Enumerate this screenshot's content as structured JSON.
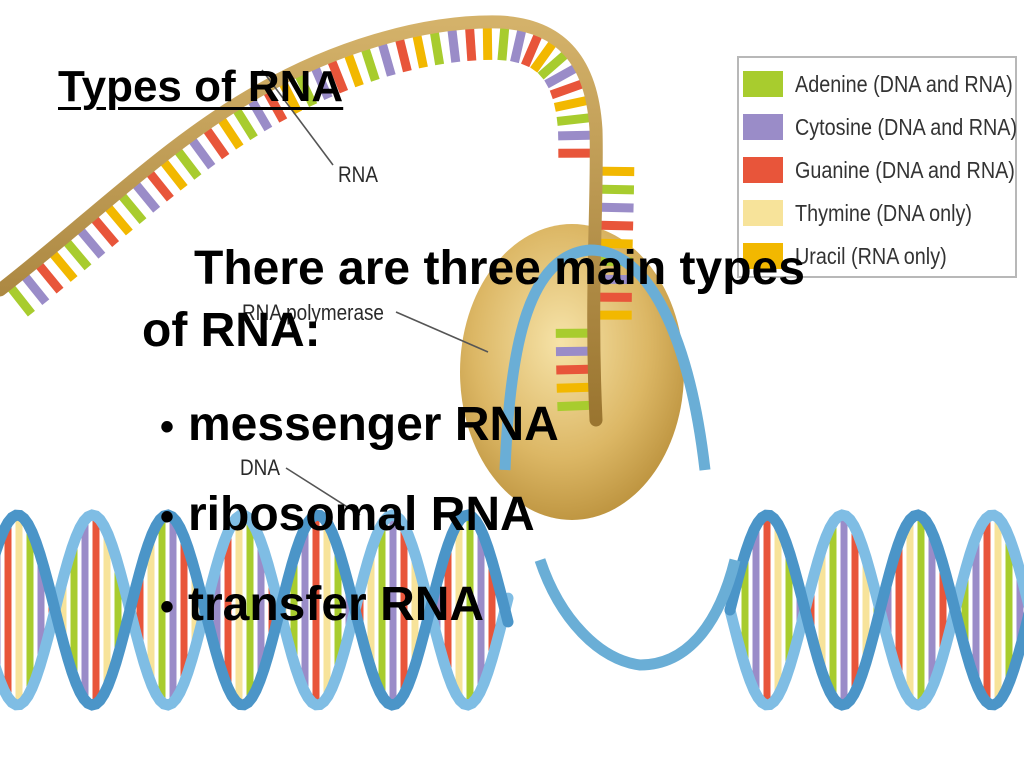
{
  "slide": {
    "title": "Types of RNA",
    "intro_line1": "There are three main types",
    "intro_line2": "of RNA:",
    "bullets": [
      {
        "mark": "•",
        "text": "messenger RNA"
      },
      {
        "mark": "•",
        "text": "ribosomal RNA"
      },
      {
        "mark": "•",
        "text": "transfer RNA"
      }
    ]
  },
  "figure": {
    "labels": {
      "rna": "RNA",
      "polymerase": "RNA polymerase",
      "dna": "DNA"
    },
    "legend": [
      {
        "label": "Adenine (DNA and RNA)",
        "color": "#a8cc2e"
      },
      {
        "label": "Cytosine (DNA and RNA)",
        "color": "#9a8cc8"
      },
      {
        "label": "Guanine (DNA and RNA)",
        "color": "#e8553a"
      },
      {
        "label": "Thymine (DNA only)",
        "color": "#f7e39a"
      },
      {
        "label": "Uracil (RNA only)",
        "color": "#f2b800"
      }
    ],
    "colors": {
      "rna_backbone": "#b08a3e",
      "dna_backbone": "#6aaed6",
      "polymerase": "#e0c070"
    }
  }
}
